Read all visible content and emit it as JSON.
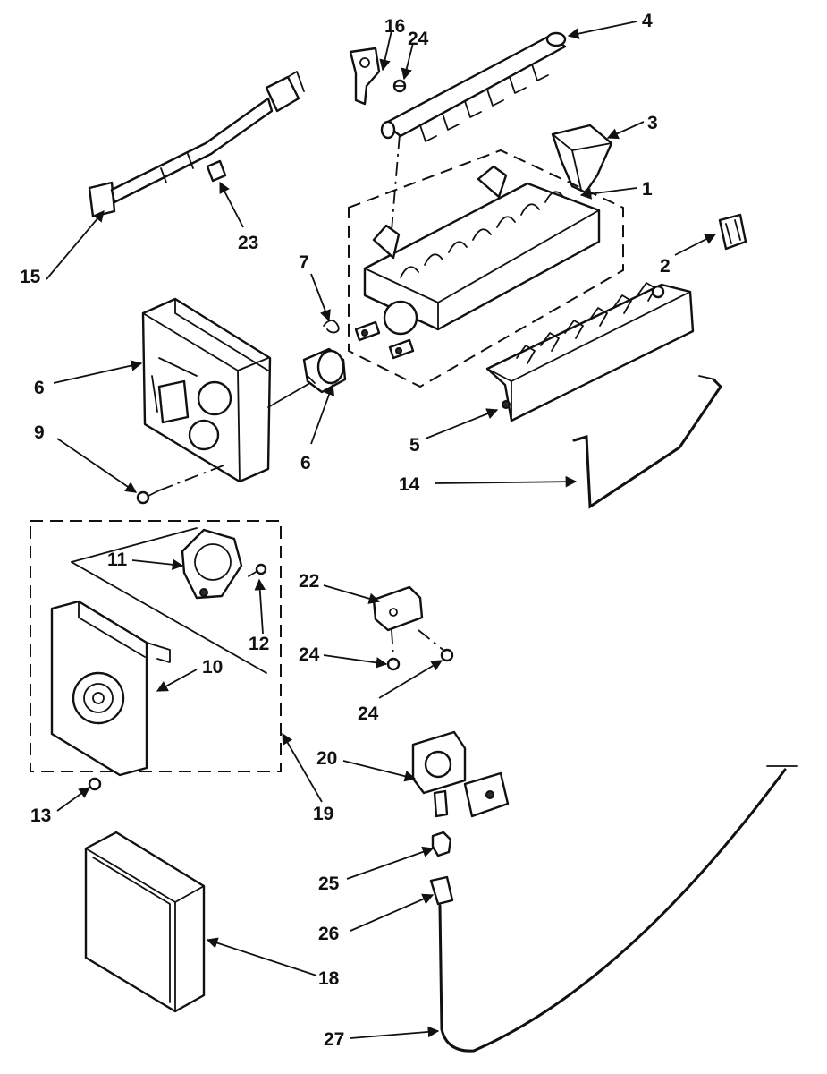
{
  "callouts": {
    "c1": "1",
    "c2": "2",
    "c3": "3",
    "c4": "4",
    "c5": "5",
    "c6a": "6",
    "c6b": "6",
    "c7": "7",
    "c9": "9",
    "c10": "10",
    "c11": "11",
    "c12": "12",
    "c13": "13",
    "c14": "14",
    "c15": "15",
    "c16": "16",
    "c18": "18",
    "c19": "19",
    "c20": "20",
    "c22": "22",
    "c23": "23",
    "c24a": "24",
    "c24b": "24",
    "c24c": "24",
    "c25": "25",
    "c26": "26",
    "c27": "27"
  },
  "colors": {
    "ink": "#111111",
    "paper": "#ffffff"
  }
}
